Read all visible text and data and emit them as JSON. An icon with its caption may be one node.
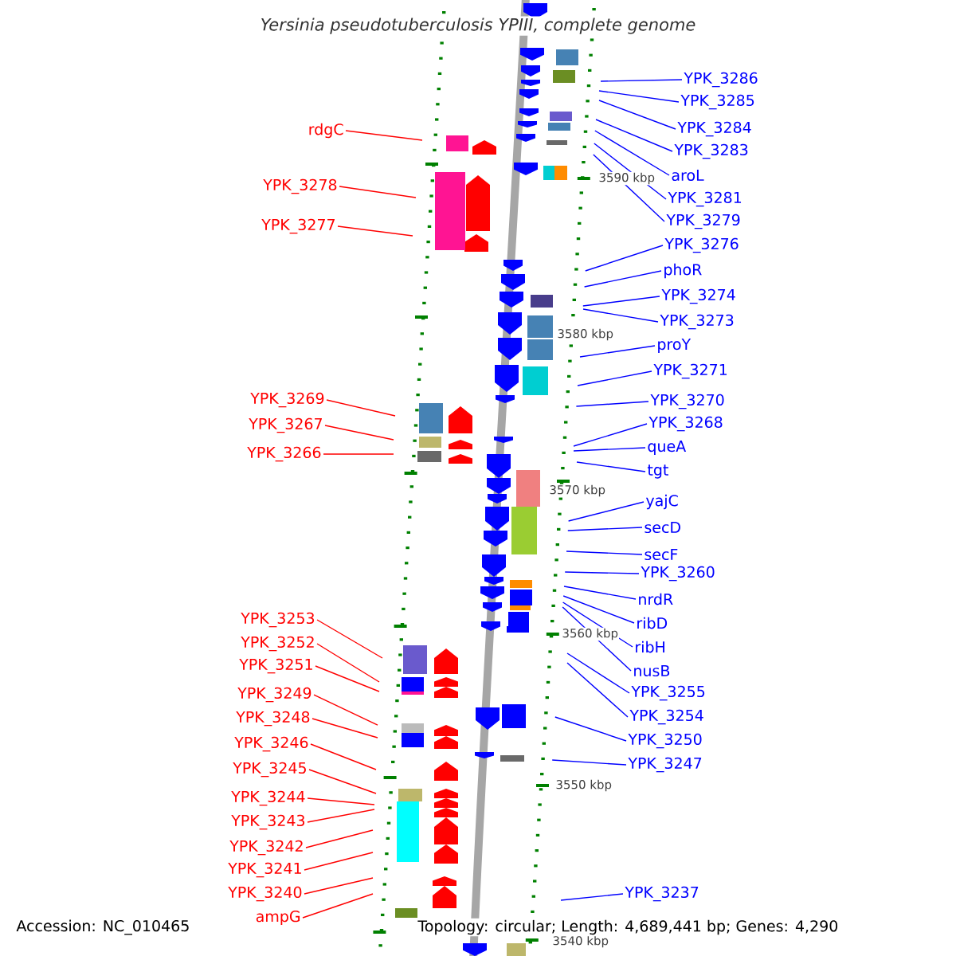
{
  "diagram": {
    "title": "Yersinia pseudotuberculosis YPIII, complete genome",
    "nodes": [
      {
        "text": [
          "YPK_3286"
        ]
      },
      {
        "text": [
          "YPK_3285"
        ]
      },
      {
        "text": [
          "YPK_3284"
        ]
      },
      {
        "text": [
          "YPK_3283"
        ]
      },
      {
        "text": [
          "aroL"
        ]
      },
      {
        "text": [
          "YPK_3281"
        ]
      },
      {
        "text": [
          "YPK_3279"
        ]
      },
      {
        "text": [
          "YPK_3276"
        ]
      },
      {
        "text": [
          "phoR"
        ]
      },
      {
        "text": [
          "YPK_3274"
        ]
      },
      {
        "text": [
          "YPK_3273"
        ]
      },
      {
        "text": [
          "proY"
        ]
      },
      {
        "text": [
          "YPK_3271"
        ]
      },
      {
        "text": [
          "YPK_3270"
        ]
      },
      {
        "text": [
          "YPK_3268"
        ]
      },
      {
        "text": [
          "queA"
        ]
      },
      {
        "text": [
          "tgt"
        ]
      },
      {
        "text": [
          "yajC"
        ]
      },
      {
        "text": [
          "secD"
        ]
      },
      {
        "text": [
          "secF"
        ]
      },
      {
        "text": [
          "YPK_3260"
        ]
      },
      {
        "text": [
          "nrdR"
        ]
      },
      {
        "text": [
          "ribD"
        ]
      },
      {
        "text": [
          "ribH"
        ]
      },
      {
        "text": [
          "nusB"
        ]
      },
      {
        "text": [
          "YPK_3255"
        ]
      },
      {
        "text": [
          "YPK_3254"
        ]
      },
      {
        "text": [
          "YPK_3250"
        ]
      },
      {
        "text": [
          "YPK_3247"
        ]
      },
      {
        "text": [
          "YPK_3237"
        ]
      },
      {
        "text": [
          "rdgC"
        ]
      },
      {
        "text": [
          "YPK_3278"
        ]
      },
      {
        "text": [
          "YPK_3277"
        ]
      },
      {
        "text": [
          "YPK_3269"
        ]
      },
      {
        "text": [
          "YPK_3267"
        ]
      },
      {
        "text": [
          "YPK_3266"
        ]
      },
      {
        "text": [
          "YPK_3253"
        ]
      },
      {
        "text": [
          "YPK_3252"
        ]
      },
      {
        "text": [
          "YPK_3251"
        ]
      },
      {
        "text": [
          "YPK_3249"
        ]
      },
      {
        "text": [
          "YPK_3248"
        ]
      },
      {
        "text": [
          "YPK_3246"
        ]
      },
      {
        "text": [
          "YPK_3245"
        ]
      },
      {
        "text": [
          "YPK_3244"
        ]
      },
      {
        "text": [
          "YPK_3243"
        ]
      },
      {
        "text": [
          "YPK_3242"
        ]
      },
      {
        "text": [
          "YPK_3241"
        ]
      },
      {
        "text": [
          "YPK_3240"
        ]
      },
      {
        "text": [
          "ampG"
        ]
      }
    ],
    "edges": [
      {
        "from": 0,
        "to": null,
        "arrow": "none"
      },
      {
        "from": 1,
        "to": null,
        "arrow": "none"
      },
      {
        "from": 2,
        "to": null,
        "arrow": "none"
      },
      {
        "from": 3,
        "to": null,
        "arrow": "none"
      },
      {
        "from": 4,
        "to": null,
        "arrow": "none"
      },
      {
        "from": 5,
        "to": null,
        "arrow": "none"
      },
      {
        "from": 6,
        "to": null,
        "arrow": "none"
      },
      {
        "from": 7,
        "to": null,
        "arrow": "none"
      },
      {
        "from": 8,
        "to": null,
        "arrow": "none"
      },
      {
        "from": 9,
        "to": null,
        "arrow": "none"
      },
      {
        "from": 10,
        "to": null,
        "arrow": "none"
      },
      {
        "from": 11,
        "to": null,
        "arrow": "none"
      },
      {
        "from": 12,
        "to": null,
        "arrow": "none"
      },
      {
        "from": 13,
        "to": null,
        "arrow": "none"
      },
      {
        "from": 14,
        "to": null,
        "arrow": "none"
      },
      {
        "from": 15,
        "to": null,
        "arrow": "none"
      },
      {
        "from": 16,
        "to": null,
        "arrow": "none"
      },
      {
        "from": 17,
        "to": null,
        "arrow": "none"
      },
      {
        "from": 18,
        "to": null,
        "arrow": "none"
      },
      {
        "from": 19,
        "to": null,
        "arrow": "none"
      },
      {
        "from": 20,
        "to": null,
        "arrow": "none"
      },
      {
        "from": 21,
        "to": null,
        "arrow": "none"
      },
      {
        "from": 22,
        "to": null,
        "arrow": "none"
      },
      {
        "from": 23,
        "to": null,
        "arrow": "none"
      },
      {
        "from": 24,
        "to": null,
        "arrow": "none"
      },
      {
        "from": 25,
        "to": null,
        "arrow": "none"
      },
      {
        "from": 26,
        "to": null,
        "arrow": "none"
      },
      {
        "from": 27,
        "to": null,
        "arrow": "none"
      },
      {
        "from": 28,
        "to": null,
        "arrow": "none"
      },
      {
        "from": 29,
        "to": null,
        "arrow": "none"
      },
      {
        "from": 30,
        "to": null,
        "arrow": "none",
        "color": "#ff0000"
      },
      {
        "from": 31,
        "to": null,
        "arrow": "none",
        "color": "#ff0000"
      },
      {
        "from": 32,
        "to": null,
        "arrow": "none",
        "color": "#ff0000"
      },
      {
        "from": 33,
        "to": null,
        "arrow": "none",
        "color": "#ff0000"
      },
      {
        "from": 34,
        "to": null,
        "arrow": "none",
        "color": "#ff0000"
      },
      {
        "from": 35,
        "to": null,
        "arrow": "none",
        "color": "#ff0000"
      },
      {
        "from": 36,
        "to": null,
        "arrow": "none",
        "color": "#ff0000"
      },
      {
        "from": 37,
        "to": null,
        "arrow": "none",
        "color": "#ff0000"
      },
      {
        "from": 38,
        "to": null,
        "arrow": "none",
        "color": "#ff0000"
      },
      {
        "from": 39,
        "to": null,
        "arrow": "none",
        "color": "#ff0000"
      },
      {
        "from": 40,
        "to": null,
        "arrow": "none",
        "color": "#ff0000"
      },
      {
        "from": 41,
        "to": null,
        "arrow": "none",
        "color": "#ff0000"
      },
      {
        "from": 42,
        "to": null,
        "arrow": "none",
        "color": "#ff0000"
      },
      {
        "from": 43,
        "to": null,
        "arrow": "none",
        "color": "#ff0000"
      },
      {
        "from": 44,
        "to": null,
        "arrow": "none",
        "color": "#ff0000"
      },
      {
        "from": 45,
        "to": null,
        "arrow": "none",
        "color": "#ff0000"
      },
      {
        "from": 46,
        "to": null,
        "arrow": "none",
        "color": "#ff0000"
      },
      {
        "from": 47,
        "to": null,
        "arrow": "none",
        "color": "#ff0000"
      },
      {
        "from": 48,
        "to": null,
        "arrow": "none",
        "color": "#ff0000"
      }
    ],
    "labels": [
      "3590 kbp",
      "3580 kbp",
      "3570 kbp",
      "3560 kbp",
      "3550 kbp",
      "3540 kbp",
      "Accession: NC_010465",
      "Topology: circular; Length: 4,689,441 bp; Genes: 4,290"
    ]
  }
}
